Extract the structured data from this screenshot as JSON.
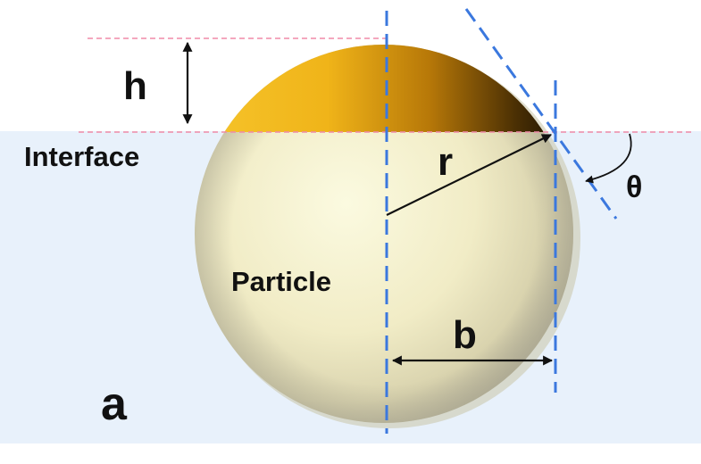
{
  "labels": {
    "h": "h",
    "interface": "Interface",
    "r": "r",
    "theta": "θ",
    "particle": "Particle",
    "b": "b",
    "panel": "a"
  },
  "colors": {
    "liquid": "#e8f1fb",
    "sphere_light": "#faf7d8",
    "sphere_shadow": "#b9b49a",
    "cap_gold": "#f0b419",
    "cap_dark": "#1b1102",
    "guide_blue": "#3b78de",
    "interface_pink": "#f08aa8",
    "arrow_black": "#111111"
  }
}
